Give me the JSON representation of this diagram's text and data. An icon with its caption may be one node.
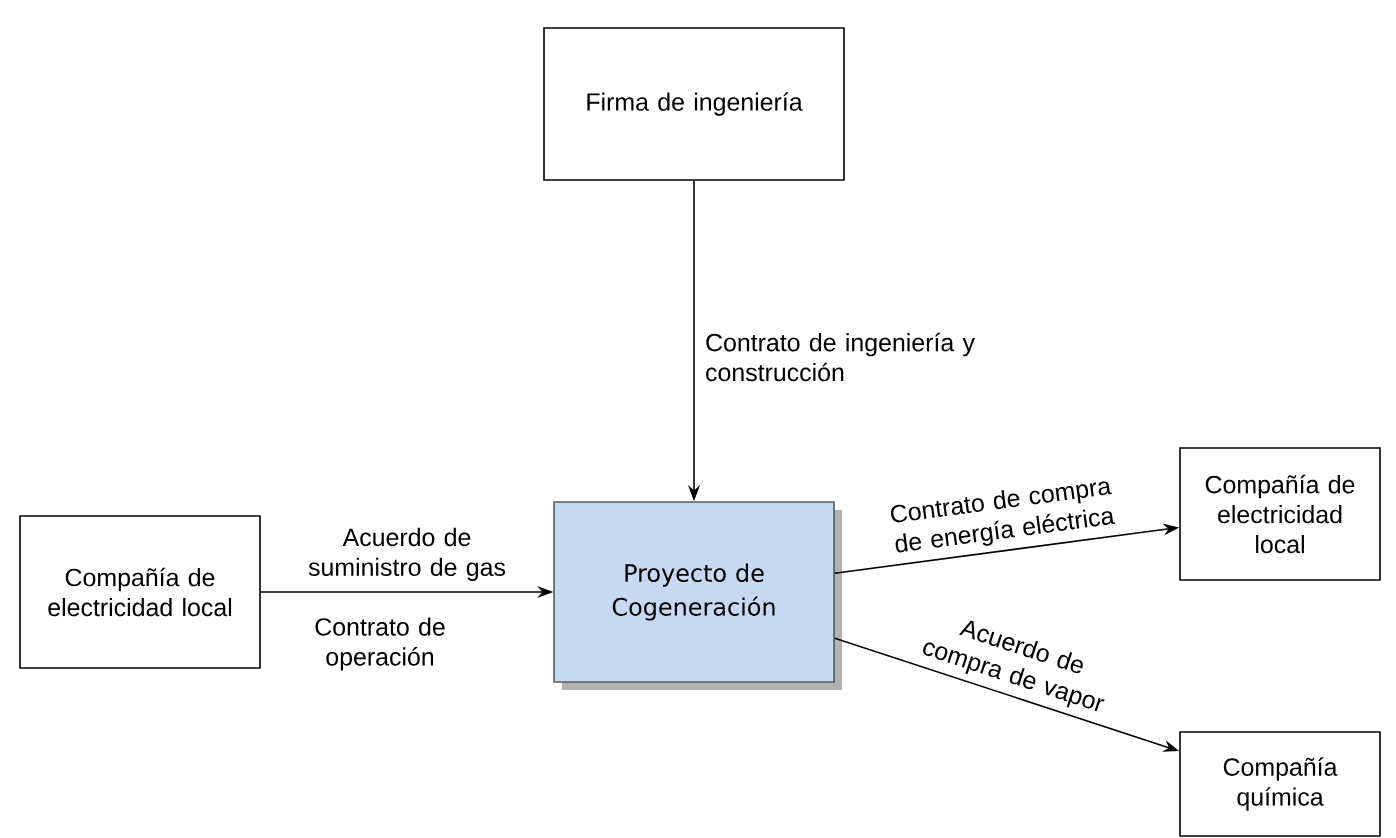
{
  "diagram": {
    "nodes": [
      {
        "text": [
          "Firma de ingeniería"
        ]
      },
      {
        "text": [
          "Compañía de electricidad local"
        ]
      },
      {
        "text": [
          "Proyecto de Cogeneración"
        ]
      },
      {
        "text": [
          "Compañía de electricidad local"
        ]
      },
      {
        "text": [
          "Compañía química"
        ]
      }
    ],
    "edges": [
      {
        "from": 0,
        "to": 2,
        "arrow": "to",
        "label": "Contrato de ingeniería y construcción"
      },
      {
        "from": 1,
        "to": 2,
        "arrow": "to",
        "label": "Acuerdo de suministro de gas"
      },
      {
        "from": 2,
        "to": 3,
        "arrow": "to",
        "label": "Contrato de compra de energía eléctrica"
      },
      {
        "from": 2,
        "to": 4,
        "arrow": "to",
        "label": "Acuerdo de compra de vapor"
      }
    ],
    "labels": [
      "Contrato de operación"
    ]
  }
}
